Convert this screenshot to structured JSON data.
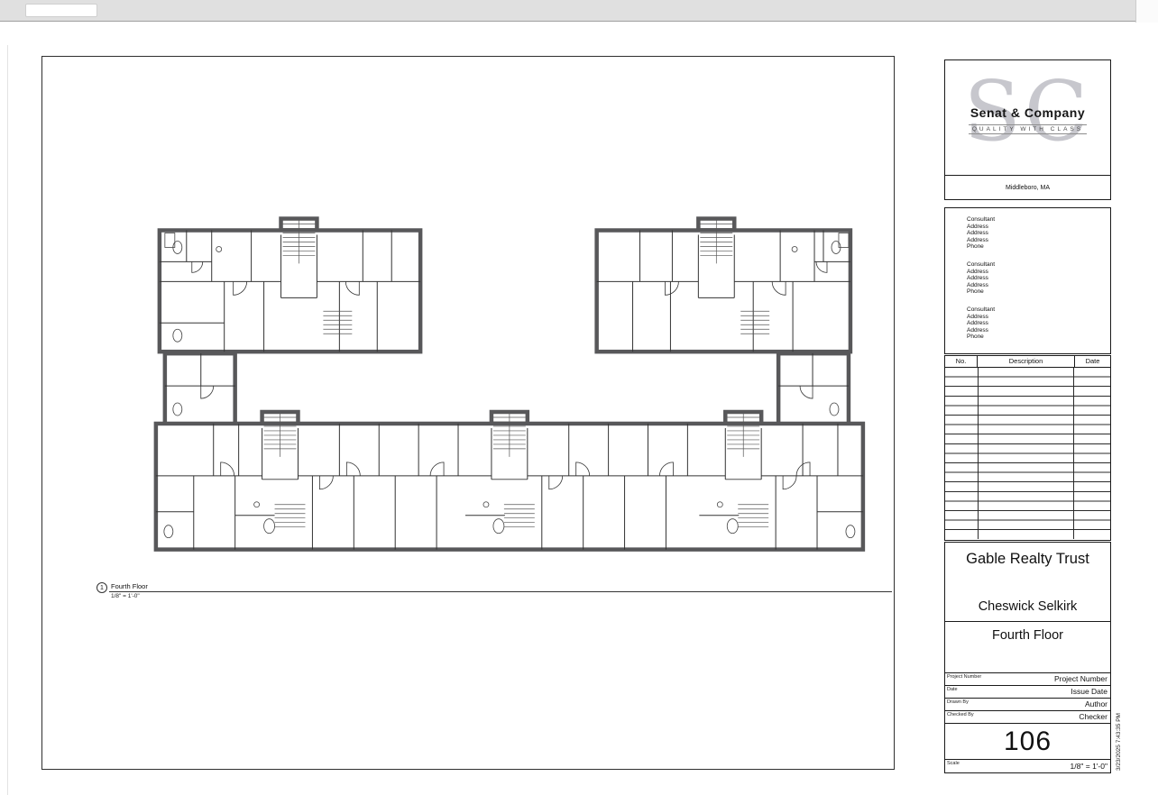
{
  "view_label": {
    "number": "1",
    "title": "Fourth Floor",
    "scale": "1/8\" = 1'-0\""
  },
  "titleblock": {
    "logo_initials": "SC",
    "company": "Senat & Company",
    "tagline": "QUALITY WITH CLASS",
    "location": "Middleboro, MA",
    "consultants": [
      {
        "role": "Consultant",
        "address1": "Address",
        "address2": "Address",
        "address3": "Address",
        "phone": "Phone"
      },
      {
        "role": "Consultant",
        "address1": "Address",
        "address2": "Address",
        "address3": "Address",
        "phone": "Phone"
      },
      {
        "role": "Consultant",
        "address1": "Address",
        "address2": "Address",
        "address3": "Address",
        "phone": "Phone"
      }
    ],
    "revision_table": {
      "col_no": "No.",
      "col_description": "Description",
      "col_date": "Date",
      "empty_rows": 18
    },
    "client_name": "Gable Realty Trust",
    "project_name": "Cheswick Selkirk",
    "sheet_name": "Fourth Floor",
    "fields": [
      {
        "label": "Project Number",
        "value": "Project Number"
      },
      {
        "label": "Date",
        "value": "Issue Date"
      },
      {
        "label": "Drawn By",
        "value": "Author"
      },
      {
        "label": "Checked By",
        "value": "Checker"
      }
    ],
    "sheet_number": "106",
    "scale_label": "Scale",
    "scale_value": "1/8\" = 1'-0\"",
    "print_stamp": "3/23/2025 7:43:35 PM"
  }
}
